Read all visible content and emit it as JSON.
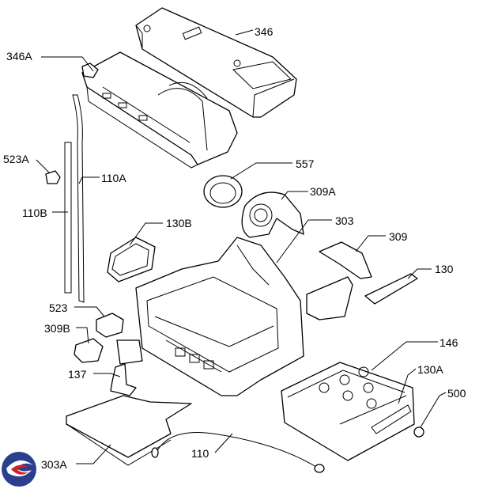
{
  "labels": {
    "l346": "346",
    "l346A": "346A",
    "l523A": "523A",
    "l110A": "110A",
    "l110B": "110B",
    "l557": "557",
    "l309A": "309A",
    "l130B": "130B",
    "l303": "303",
    "l309": "309",
    "l130": "130",
    "l523": "523",
    "l309B": "309B",
    "l146": "146",
    "l137": "137",
    "l130A": "130A",
    "l500": "500",
    "l110": "110",
    "l303A": "303A"
  },
  "colors": {
    "line": "#000000",
    "background": "#ffffff",
    "logo_blue": "#2b3f8f",
    "logo_red": "#d0202a"
  },
  "icons": {
    "logo": "brand-swirl-logo"
  }
}
